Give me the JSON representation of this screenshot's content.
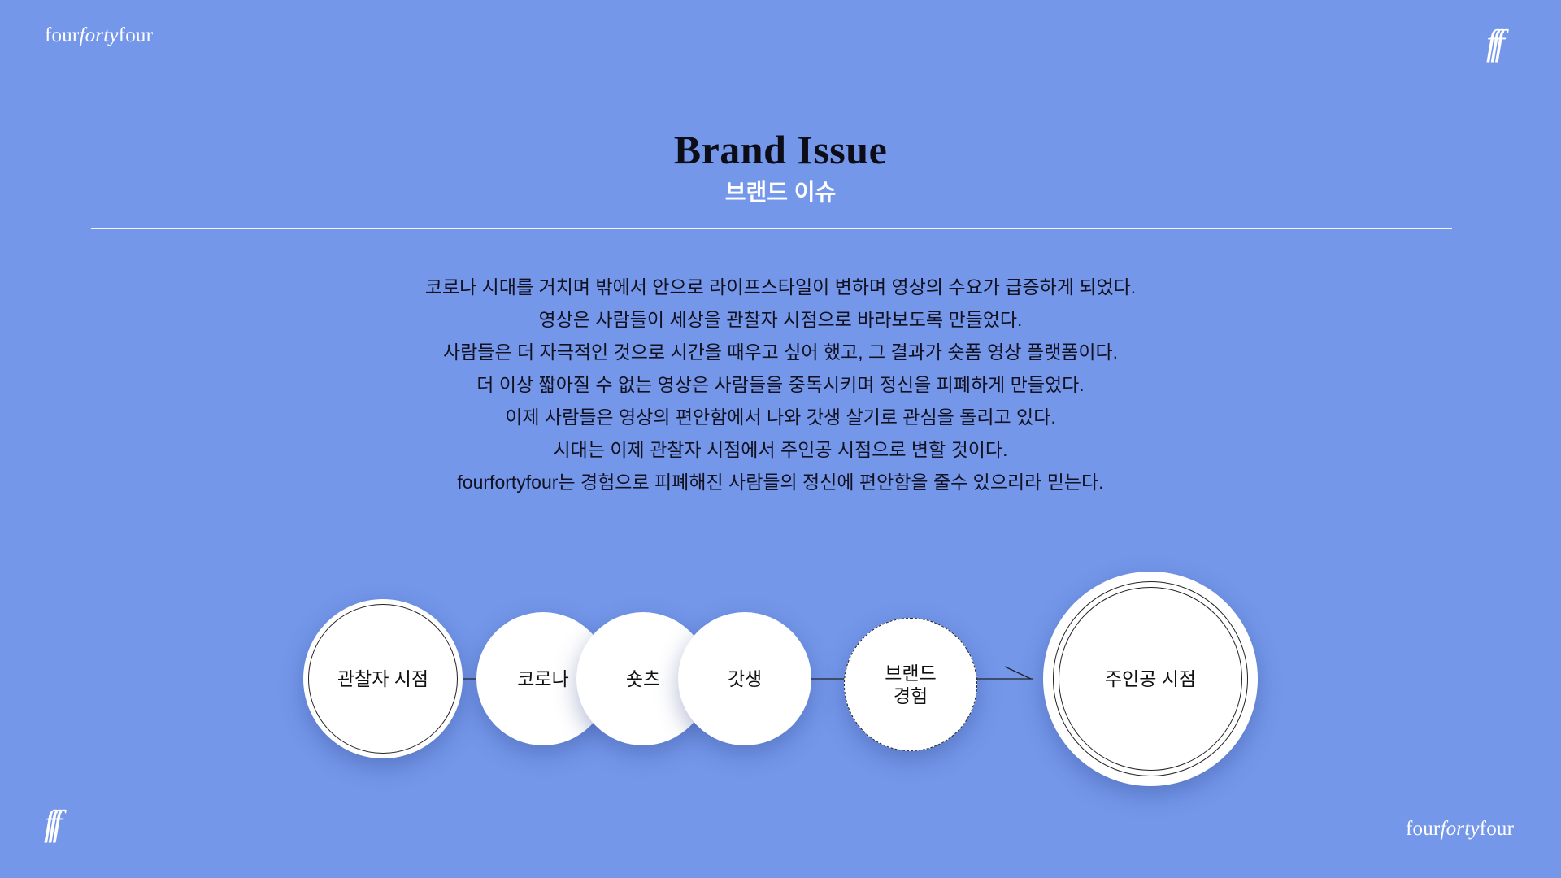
{
  "brand": {
    "wordmark_parts": [
      "four",
      "forty",
      "four"
    ],
    "monogram": "fff"
  },
  "header": {
    "title": "Brand Issue",
    "subtitle": "브랜드 이슈"
  },
  "body": {
    "lines": [
      "코로나 시대를 거치며 밖에서 안으로 라이프스타일이 변하며 영상의 수요가 급증하게 되었다.",
      "영상은 사람들이 세상을 관찰자 시점으로 바라보도록 만들었다.",
      "사람들은 더 자극적인 것으로 시간을 때우고 싶어 했고, 그 결과가 숏폼 영상 플랫폼이다.",
      "더 이상 짧아질 수 없는 영상은 사람들을 중독시키며 정신을 피폐하게 만들었다.",
      "이제 사람들은 영상의 편안함에서 나와 갓생 살기로 관심을 돌리고 있다.",
      "시대는 이제 관찰자 시점에서 주인공 시점으로 변할 것이다.",
      "fourfortyfour는 경험으로 피폐해진 사람들의 정신에 편안함을 줄수 있으리라 믿는다."
    ]
  },
  "diagram": {
    "observer": "관찰자 시점",
    "corona": "코로나",
    "shorts": "숏츠",
    "godsaeng": "갓생",
    "brand_line1": "브랜드",
    "brand_line2": "경험",
    "protagonist": "주인공 시점"
  },
  "colors": {
    "background": "#7497EA",
    "title": "#0d0d18",
    "accent_white": "#ffffff"
  }
}
